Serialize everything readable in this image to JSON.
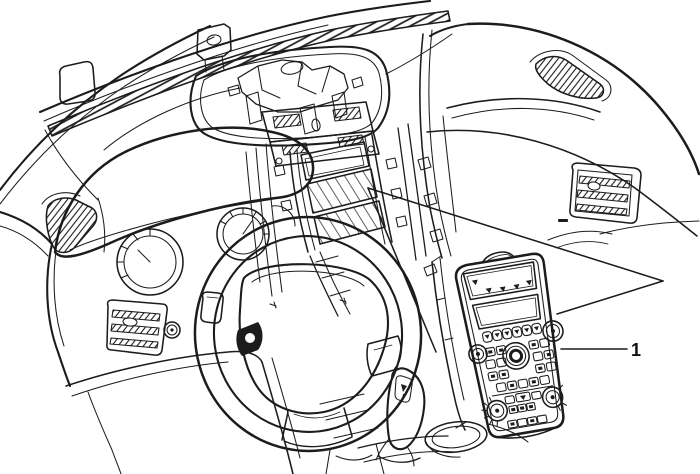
{
  "figure": {
    "type": "exploded-view-line-illustration",
    "background_color": "#ffffff",
    "line_color": "#1c1c1c",
    "callouts": [
      {
        "label": "1",
        "points_to": "radio-hvac-control-panel-assembly"
      }
    ]
  }
}
